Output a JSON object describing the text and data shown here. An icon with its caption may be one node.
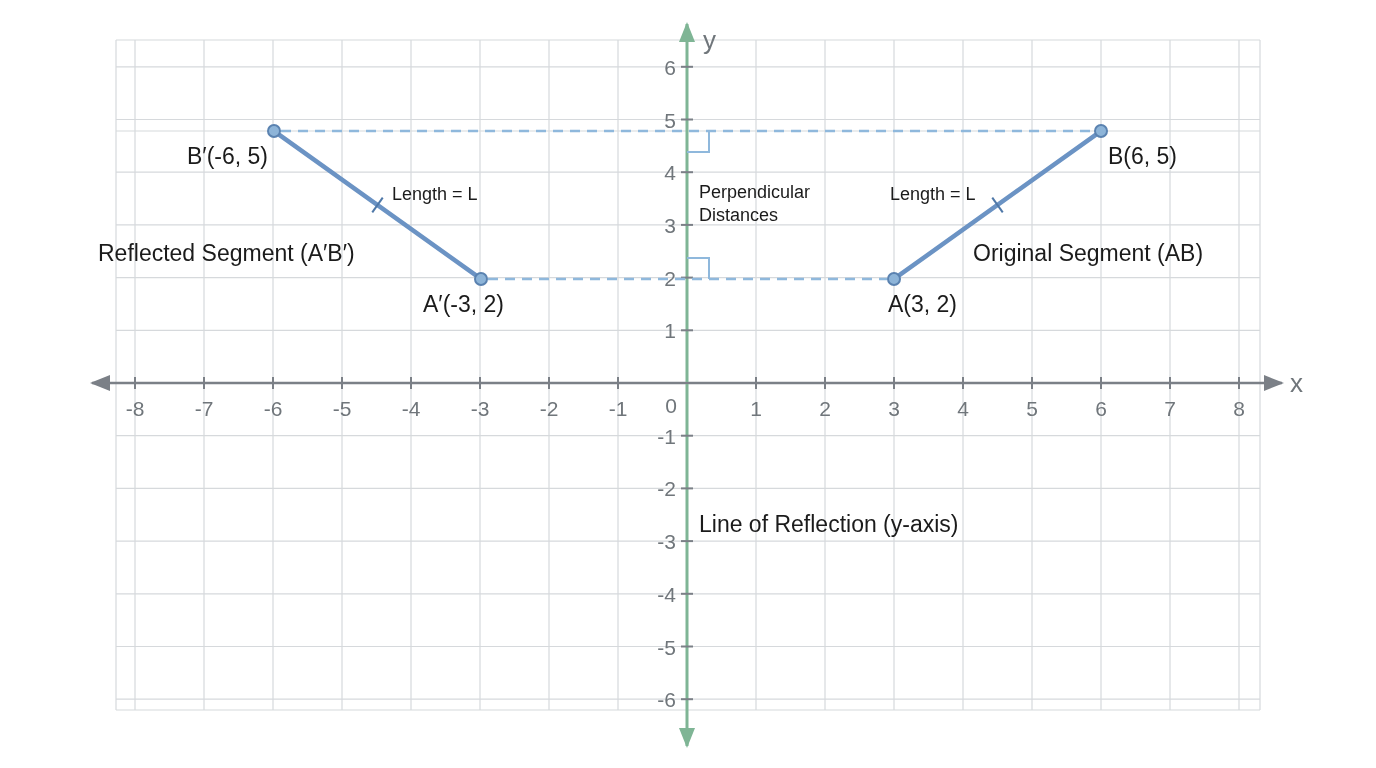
{
  "diagram": {
    "nodes": [
      {
        "text": [],
        "shape": "circle",
        "beside": [
          "B′(-6, 5)"
        ]
      },
      {
        "text": [],
        "shape": "circle",
        "beside": [
          "A′(-3, 2)"
        ]
      },
      {
        "text": [],
        "shape": "circle",
        "beside": [
          "A(3, 2)"
        ]
      },
      {
        "text": [],
        "shape": "circle",
        "beside": [
          "B(6, 5)"
        ]
      }
    ],
    "edges": [
      {
        "from": 0,
        "to": 1,
        "arrow": "none"
      },
      {
        "from": 2,
        "to": 3,
        "arrow": "none"
      },
      {
        "from": 0,
        "to": 3,
        "arrow": "none",
        "style": "dashed",
        "color": "#8fb8dc"
      },
      {
        "from": 1,
        "to": 2,
        "arrow": "none",
        "style": "dashed",
        "color": "#8fb8dc"
      }
    ],
    "labels": [
      "y",
      "6",
      "5",
      "4",
      "Perpendicular Distances",
      "Length = L",
      "Length = L",
      "3",
      "Reflected Segment (A′B′)",
      "Original Segment (AB)",
      "2",
      "1",
      "x",
      "-8",
      "-7",
      "-6",
      "-5",
      "-4",
      "-3",
      "-2",
      "-1",
      "0",
      "1",
      "2",
      "3",
      "4",
      "5",
      "6",
      "7",
      "8",
      "-1",
      "-2",
      "-3",
      "Line of Reflection (y-axis)",
      "-4",
      "-5",
      "-6"
    ]
  }
}
